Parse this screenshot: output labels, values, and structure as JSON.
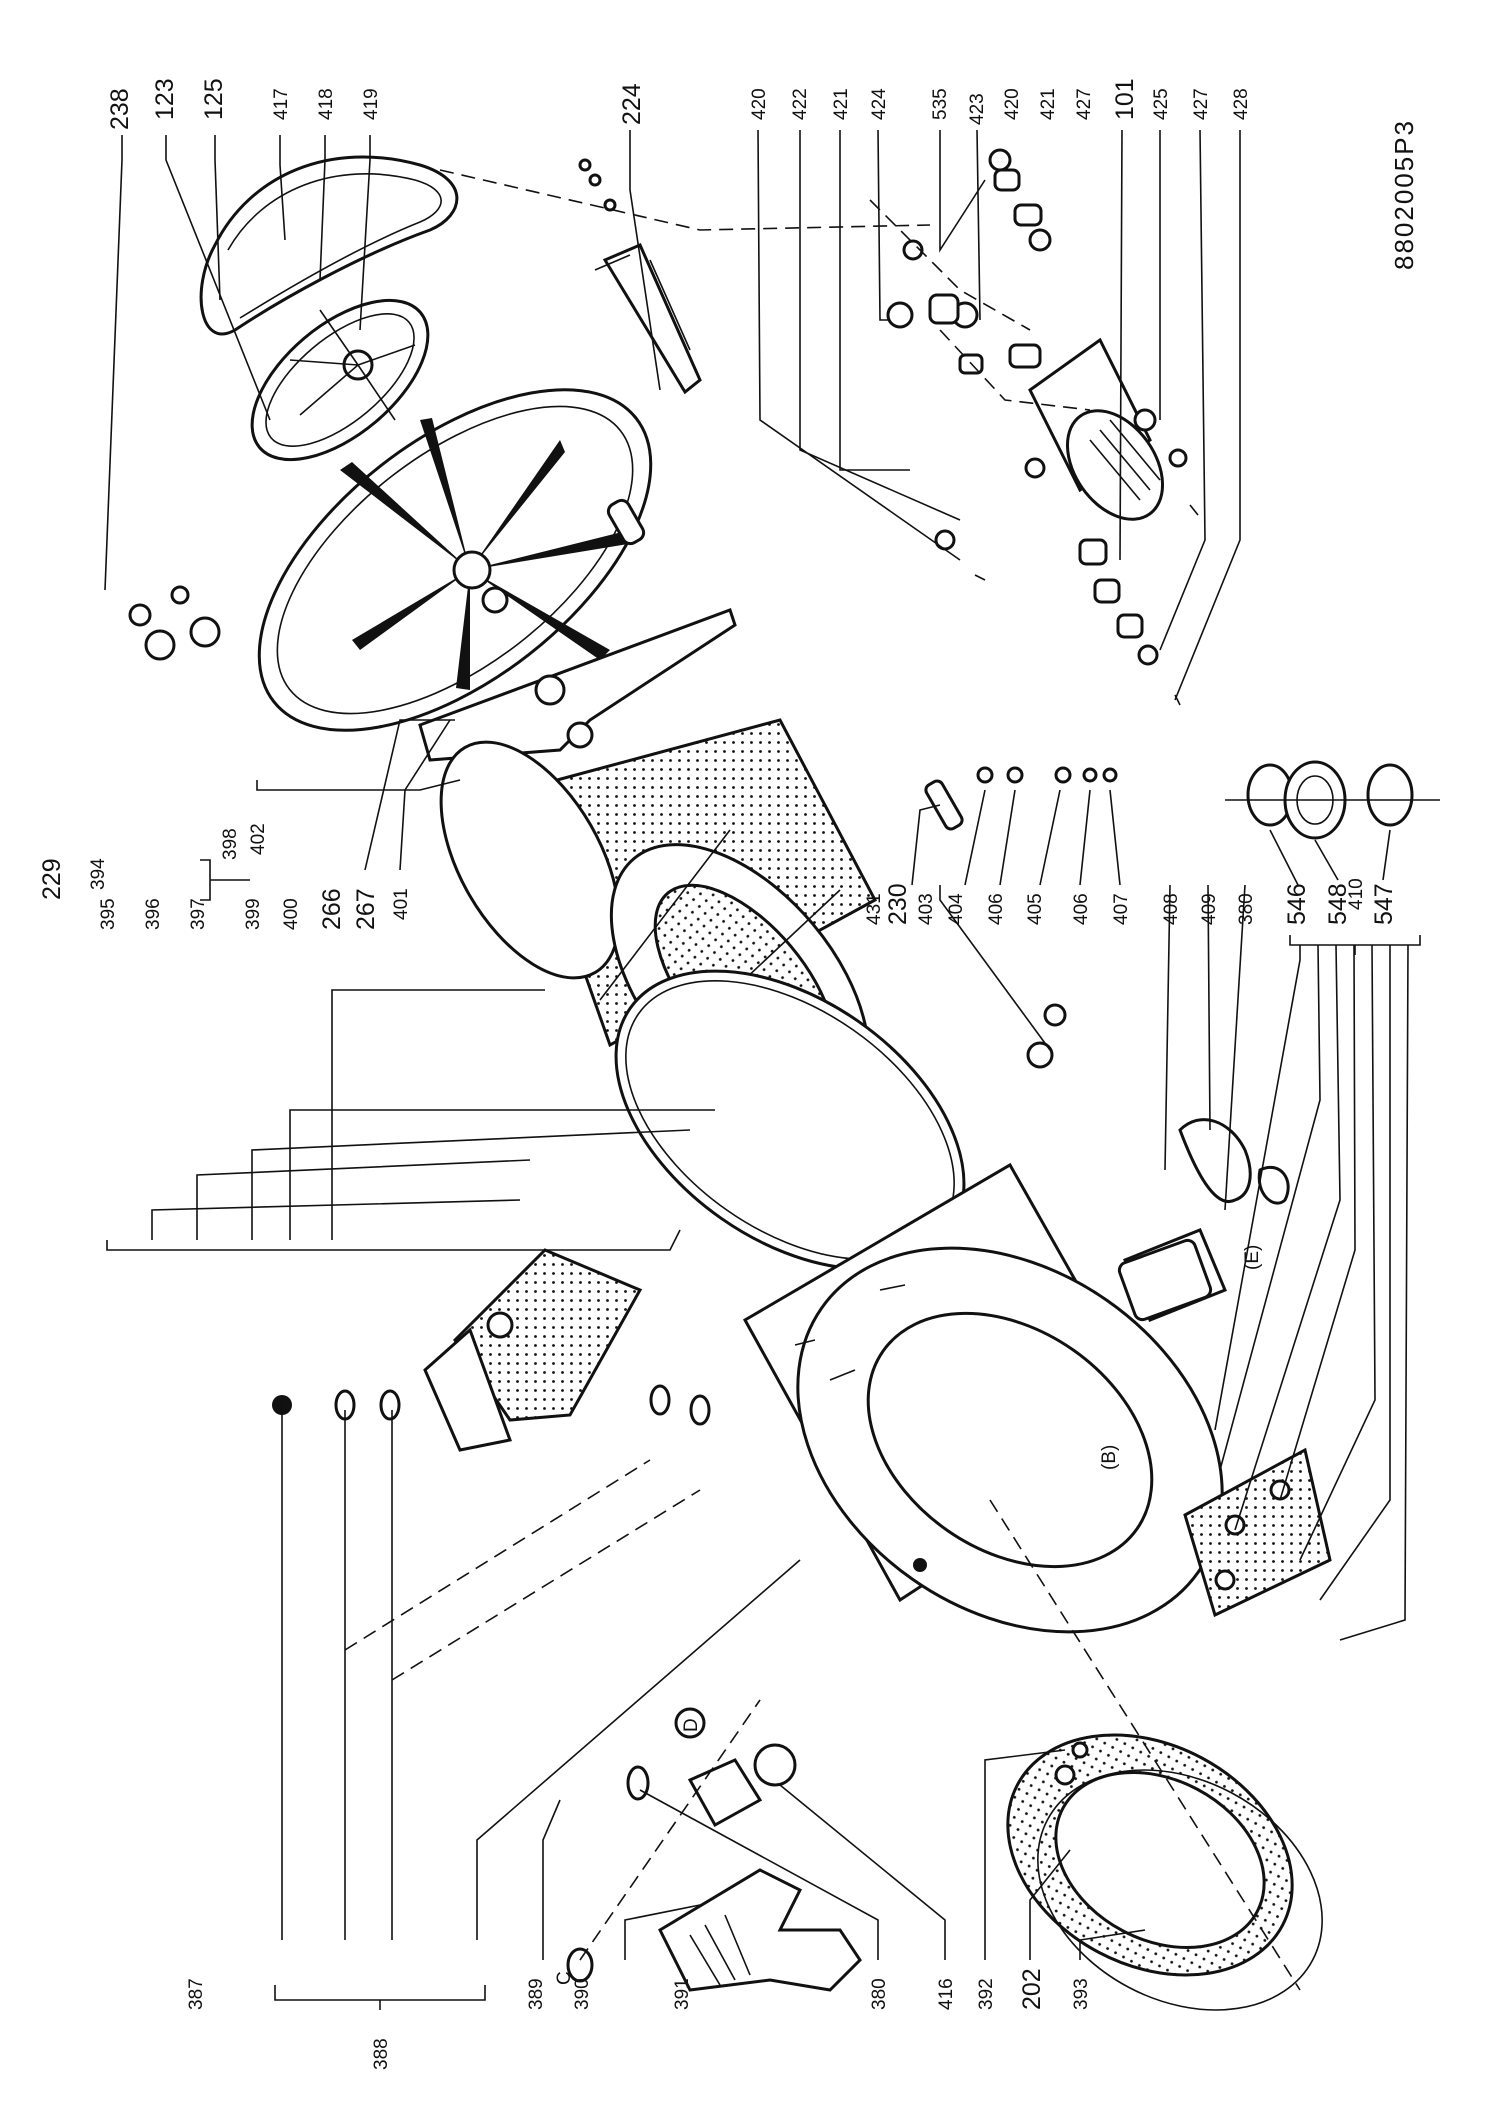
{
  "diagram": {
    "drawing_code": "8802005P3",
    "letters": {
      "b": "(B)",
      "c": "C",
      "d": "D",
      "e": "(E)"
    },
    "top_left": [
      "238",
      "123",
      "125",
      "417",
      "418",
      "419"
    ],
    "top_middle": [
      "224"
    ],
    "top_right": [
      "420",
      "422",
      "421",
      "424",
      "535",
      "423",
      "420",
      "421",
      "427",
      "101",
      "425",
      "427",
      "428"
    ],
    "left_upper": [
      "229",
      "394"
    ],
    "left_column": [
      "395",
      "396",
      "397",
      "398",
      "399",
      "400",
      "266",
      "267",
      "401",
      "402"
    ],
    "middle_column": [
      "431",
      "230",
      "403",
      "404",
      "406",
      "405",
      "406",
      "407",
      "408",
      "409",
      "380",
      "546",
      "548",
      "410",
      "547"
    ],
    "bottom": [
      "387",
      "388",
      "389",
      "390",
      "391",
      "380",
      "416",
      "392",
      "202",
      "393"
    ]
  }
}
